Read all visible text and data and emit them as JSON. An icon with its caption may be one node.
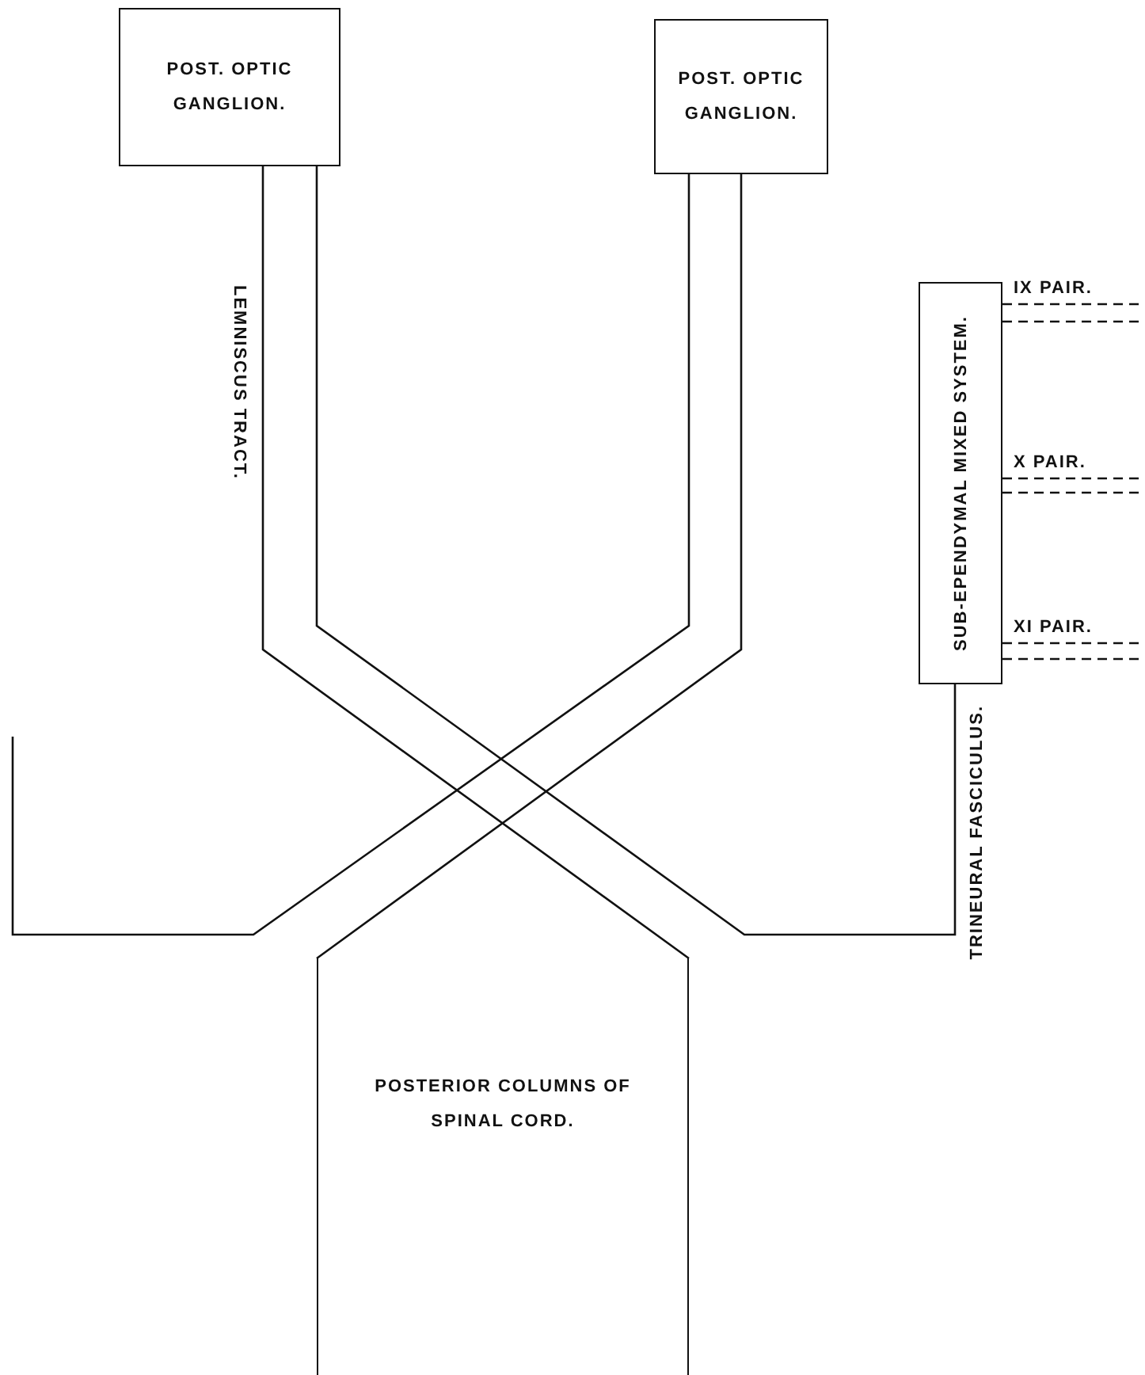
{
  "diagram": {
    "nodes": [
      {
        "text": [
          "POST. OPTIC GANGLION."
        ]
      },
      {
        "text": [
          "POST. OPTIC GANGLION."
        ]
      },
      {
        "text": [
          "SUB-EPENDYMAL MIXED SYSTEM."
        ]
      },
      {
        "text": [
          "POSTERIOR COLUMNS OF SPINAL CORD."
        ]
      }
    ],
    "edges": [
      {
        "from": 0,
        "to": 3,
        "arrow": "none",
        "label": "LEMNISCUS TRACT."
      },
      {
        "from": 1,
        "to": 3,
        "arrow": "none"
      },
      {
        "from": 0,
        "to": 2,
        "arrow": "none",
        "label": "TRINEURAL FASCICULUS."
      },
      {
        "from": 1,
        "to": null,
        "arrow": "none"
      },
      {
        "from": 2,
        "to": null,
        "arrow": "none",
        "style": "dashed",
        "label": "IX PAIR."
      },
      {
        "from": 2,
        "to": null,
        "arrow": "none",
        "style": "dashed",
        "label": "X PAIR."
      },
      {
        "from": 2,
        "to": null,
        "arrow": "none",
        "style": "dashed",
        "label": "XI PAIR."
      }
    ]
  }
}
